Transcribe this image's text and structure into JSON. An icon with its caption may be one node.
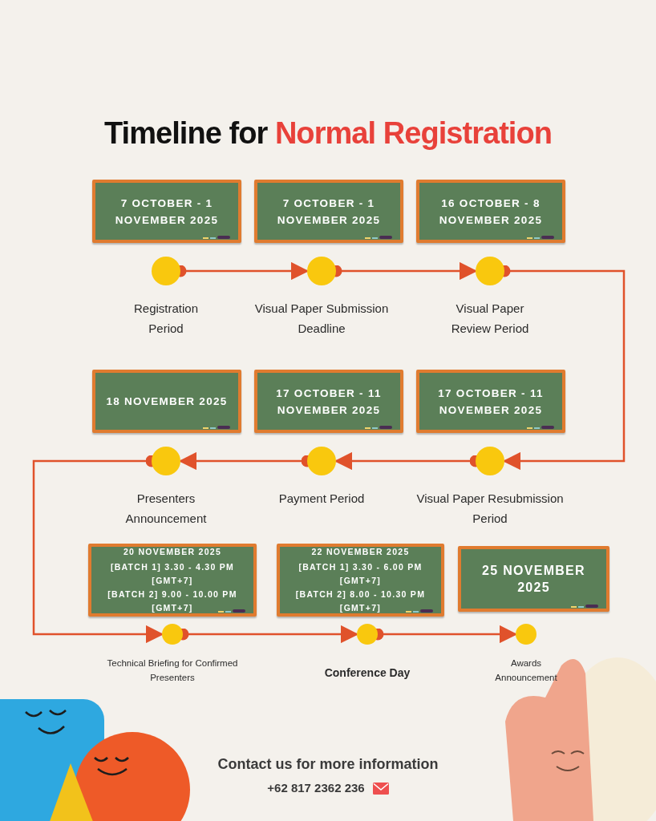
{
  "diagram": {
    "title": "Timeline for Normal Registration",
    "nodes": [
      {
        "text": [
          "7 OCTOBER - 1 NOVEMBER 2025"
        ]
      },
      {
        "text": [
          "7 OCTOBER - 1 NOVEMBER 2025"
        ]
      },
      {
        "text": [
          "16 OCTOBER - 8 NOVEMBER 2025"
        ]
      },
      {
        "text": [
          "18 NOVEMBER 2025"
        ]
      },
      {
        "text": [
          "17 OCTOBER - 11 NOVEMBER 2025"
        ]
      },
      {
        "text": [
          "17 OCTOBER - 11 NOVEMBER 2025"
        ]
      },
      {
        "text": [
          "20 NOVEMBER 2025",
          "[BATCH 1] 3.30 - 4.30 PM [GMT+7]",
          "[BATCH 2] 9.00 - 10.00 PM [GMT+7]"
        ]
      },
      {
        "text": [
          "22 NOVEMBER 2025",
          "[BATCH 1] 3.30 - 6.00 PM [GMT+7]",
          "[BATCH 2] 8.00 - 10.30 PM [GMT+7]"
        ]
      },
      {
        "text": [
          "25 NOVEMBER 2025"
        ]
      },
      {
        "text": [],
        "shape": "circle",
        "beside": [
          "Registration Period"
        ]
      },
      {
        "text": [],
        "shape": "circle",
        "beside": [
          "Visual Paper Submission Deadline"
        ]
      },
      {
        "text": [],
        "shape": "circle",
        "beside": [
          "Visual Paper Review Period"
        ]
      },
      {
        "text": [],
        "shape": "circle",
        "beside": [
          "Presenters Announcement"
        ]
      },
      {
        "text": [],
        "shape": "circle",
        "beside": [
          "Payment Period"
        ]
      },
      {
        "text": [],
        "shape": "circle",
        "beside": [
          "Visual Paper Resubmission Period"
        ]
      },
      {
        "text": [],
        "shape": "circle",
        "beside": [
          "Technical Briefing for Confirmed Presenters"
        ]
      },
      {
        "text": [],
        "shape": "circle",
        "beside": [
          "Conference Day"
        ]
      },
      {
        "text": [],
        "shape": "circle",
        "beside": [
          "Awards Announcement"
        ]
      }
    ],
    "edges": [
      {
        "from": 9,
        "to": 10,
        "arrow": "to"
      },
      {
        "from": 10,
        "to": 11,
        "arrow": "to"
      },
      {
        "from": 11,
        "to": 14,
        "arrow": "to"
      },
      {
        "from": 14,
        "to": 13,
        "arrow": "to"
      },
      {
        "from": 13,
        "to": 12,
        "arrow": "to"
      },
      {
        "from": 12,
        "to": 15,
        "arrow": "to"
      },
      {
        "from": 15,
        "to": 16,
        "arrow": "to"
      },
      {
        "from": 16,
        "to": 17,
        "arrow": "to"
      }
    ],
    "labels": [
      "Contact us for more information",
      "+62 817 2362 236"
    ]
  }
}
